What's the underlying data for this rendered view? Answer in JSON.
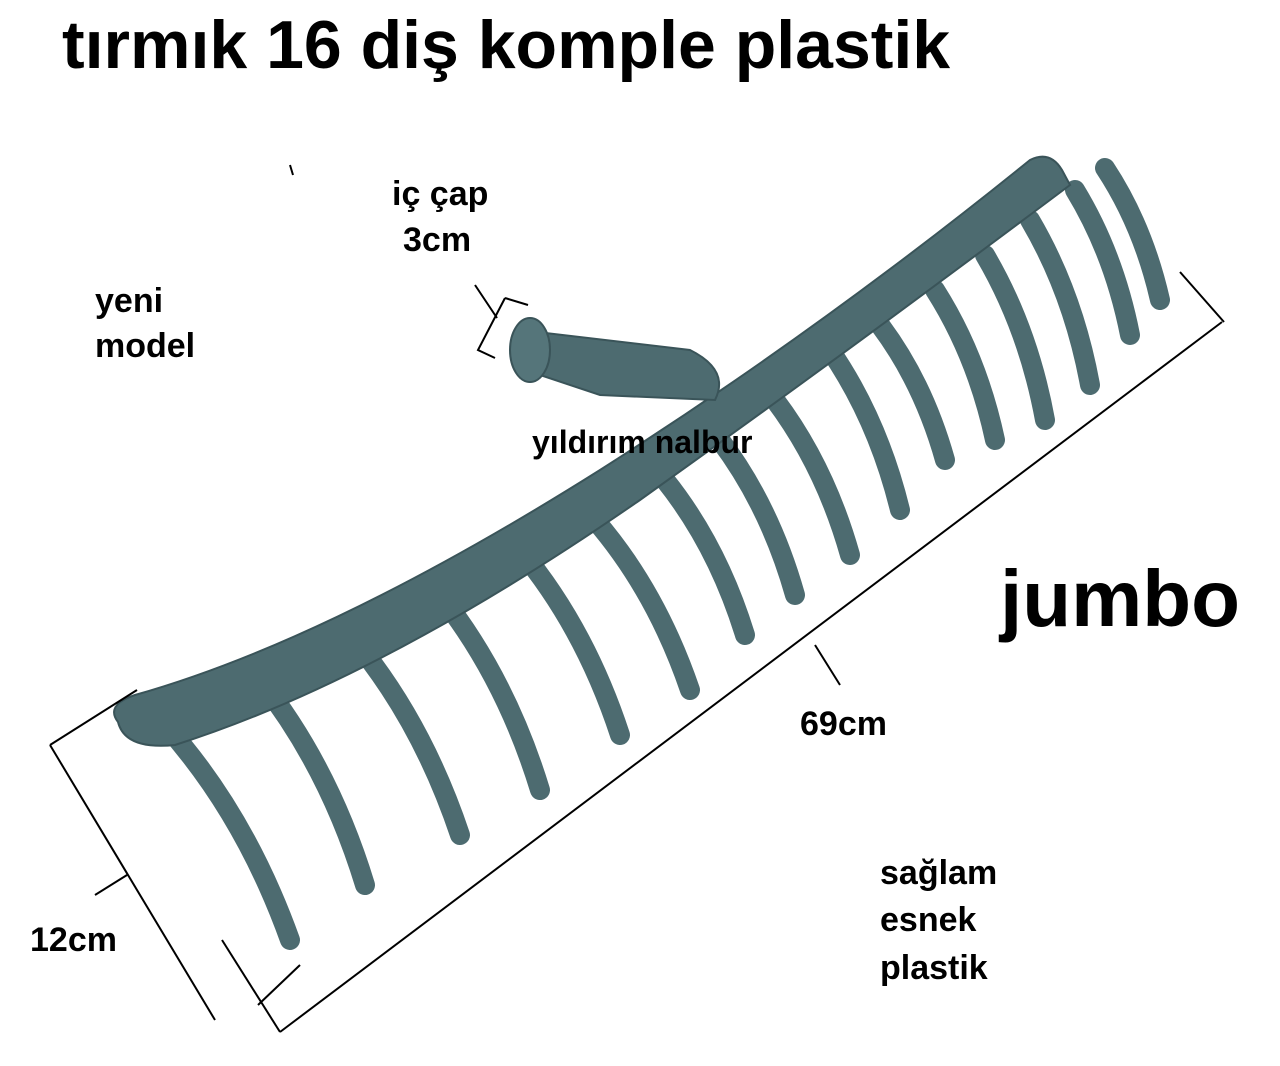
{
  "title": "tırmık 16 diş komple plastik",
  "labels": {
    "inner_diameter_line1": "iç çap",
    "inner_diameter_line2": "3cm",
    "new_model_line1": "yeni",
    "new_model_line2": "model",
    "watermark": "yıldırım nalbur",
    "brand": "jumbo",
    "width": "69cm",
    "tine_length": "12cm",
    "feature_line1": "sağlam",
    "feature_line2": "esnek",
    "feature_line3": "plastik"
  },
  "colors": {
    "rake": "#4d6b70",
    "rake_dark": "#3a5459",
    "text": "#000000"
  },
  "tine_count": 16
}
